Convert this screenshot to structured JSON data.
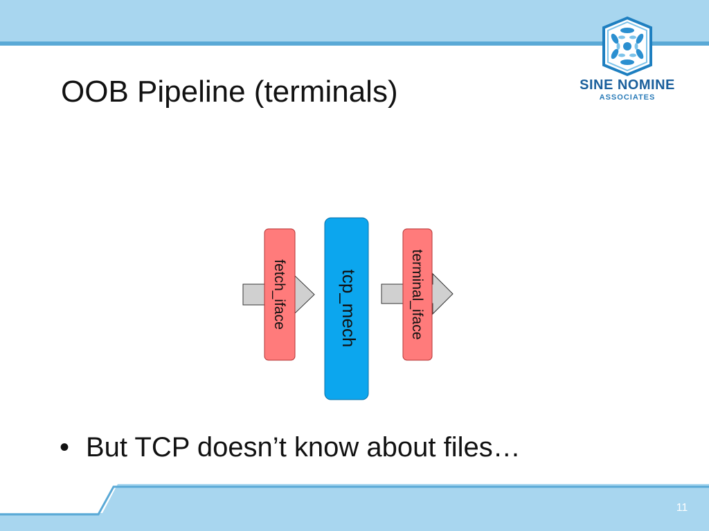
{
  "slide": {
    "title": "OOB Pipeline (terminals)",
    "bullet": "But TCP doesn’t know about files…",
    "page_number": "11"
  },
  "logo": {
    "name": "SINE NOMINE",
    "sub": "ASSOCIATES",
    "icon": "hexagon-emblem-icon"
  },
  "diagram": {
    "nodes": [
      {
        "id": "fetch_iface",
        "label": "fetch_iface",
        "color": "#ff7b7b",
        "text_direction": "top-to-bottom"
      },
      {
        "id": "tcp_mech",
        "label": "tcp_mech",
        "color": "#0ca6ee",
        "text_direction": "top-to-bottom"
      },
      {
        "id": "terminal_iface",
        "label": "terminal_iface",
        "color": "#ff7b7b",
        "text_direction": "top-to-bottom"
      }
    ],
    "arrows": [
      {
        "from": "input",
        "to": "fetch_iface",
        "color": "#d0d0d0"
      },
      {
        "from": "terminal_iface",
        "to": "output",
        "color": "#d0d0d0"
      }
    ]
  },
  "colors": {
    "header_band": "#a8d6ef",
    "header_band_stripe": "#5aa9d6",
    "footer_band": "#a8d6ef",
    "footer_stripe": "#5aa9d6"
  }
}
